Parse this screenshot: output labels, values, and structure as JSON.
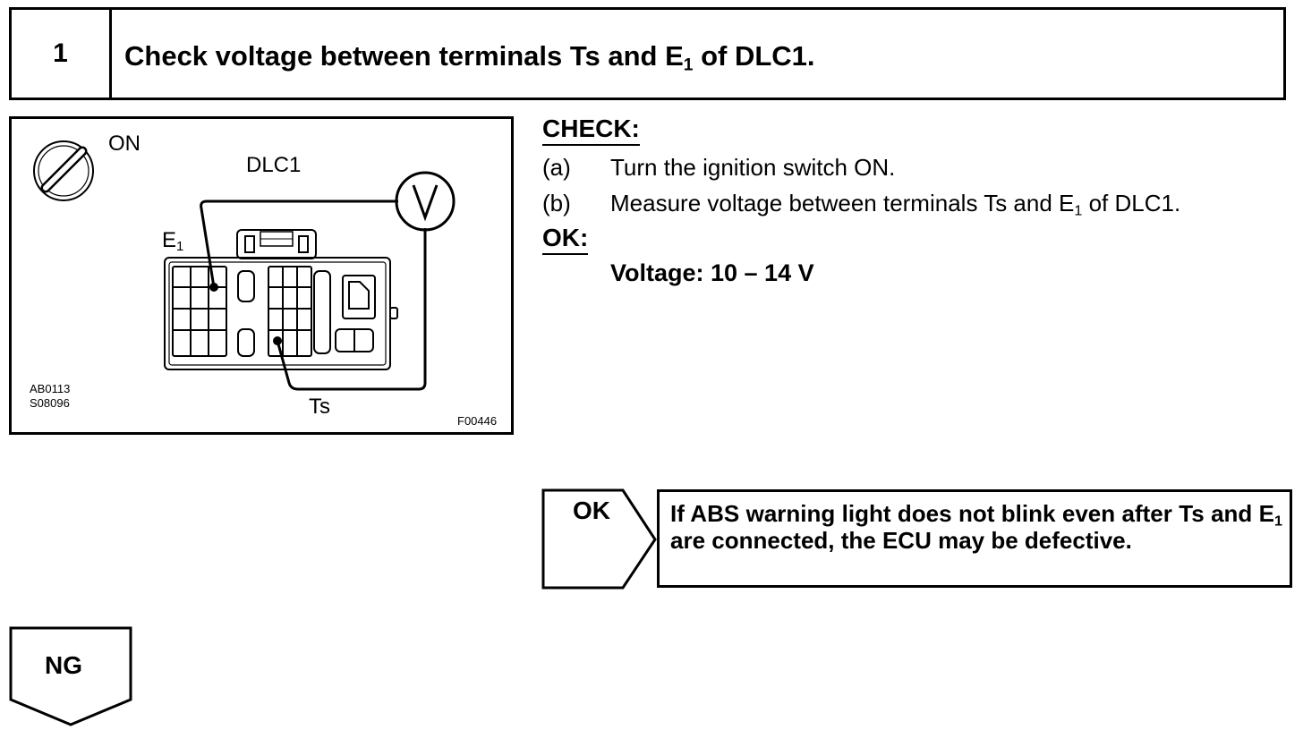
{
  "header": {
    "step_number": "1",
    "title_pre": "Check voltage between terminals Ts and E",
    "title_sub": "1",
    "title_post": " of DLC1."
  },
  "figure": {
    "on_label": "ON",
    "connector_label": "DLC1",
    "meter_symbol": "V",
    "e1_label": "E",
    "e1_sub": "1",
    "ts_label": "Ts",
    "code_1": "AB0113",
    "code_2": "S08096",
    "figure_code": "F00446"
  },
  "check": {
    "heading": "CHECK:",
    "steps": [
      {
        "letter": "(a)",
        "text": "Turn the ignition switch ON."
      },
      {
        "letter": "(b)",
        "text_pre": "Measure voltage between terminals Ts and E",
        "text_sub": "1",
        "text_post": " of DLC1."
      }
    ]
  },
  "ok": {
    "heading": "OK:",
    "value": "Voltage: 10 – 14 V"
  },
  "results": {
    "ok_label": "OK",
    "ok_text_pre": "If ABS warning light does not blink even after Ts and E",
    "ok_text_sub": "1",
    "ok_text_post": " are connected, the ECU may be defective.",
    "ng_label": "NG"
  }
}
